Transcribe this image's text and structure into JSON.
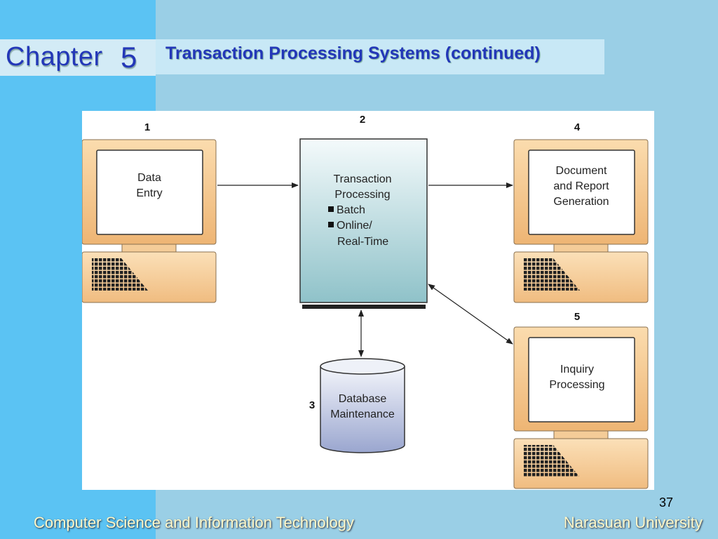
{
  "header": {
    "chapter_label": "Chapter",
    "chapter_number": "5",
    "title": "Transaction Processing Systems (continued)"
  },
  "diagram": {
    "nodes": [
      {
        "id": "1",
        "number": "1",
        "lines": [
          "Data",
          "Entry"
        ]
      },
      {
        "id": "2",
        "number": "2",
        "lines": [
          "Transaction",
          "Processing"
        ],
        "bullets": [
          "Batch",
          "Online/",
          "Real-Time"
        ]
      },
      {
        "id": "3",
        "number": "3",
        "lines": [
          "Database",
          "Maintenance"
        ]
      },
      {
        "id": "4",
        "number": "4",
        "lines": [
          "Document",
          "and Report",
          "Generation"
        ]
      },
      {
        "id": "5",
        "number": "5",
        "lines": [
          "Inquiry",
          "Processing"
        ]
      }
    ],
    "edges": [
      {
        "from": "1",
        "to": "2",
        "direction": "forward"
      },
      {
        "from": "2",
        "to": "4",
        "direction": "forward"
      },
      {
        "from": "2",
        "to": "3",
        "direction": "both"
      },
      {
        "from": "2",
        "to": "5",
        "direction": "both"
      }
    ]
  },
  "footer": {
    "left": "Computer Science and Information Technology",
    "right": "Narasuan University",
    "page_number": "37"
  },
  "colors": {
    "left_band": "#5bc3f3",
    "background": "#9acfe6",
    "title_text": "#2337b8",
    "footer_text": "#fff8c8",
    "computer_frame": "#f3c58e",
    "process_box": "#a9d1d8",
    "database": "#aab4d6"
  }
}
